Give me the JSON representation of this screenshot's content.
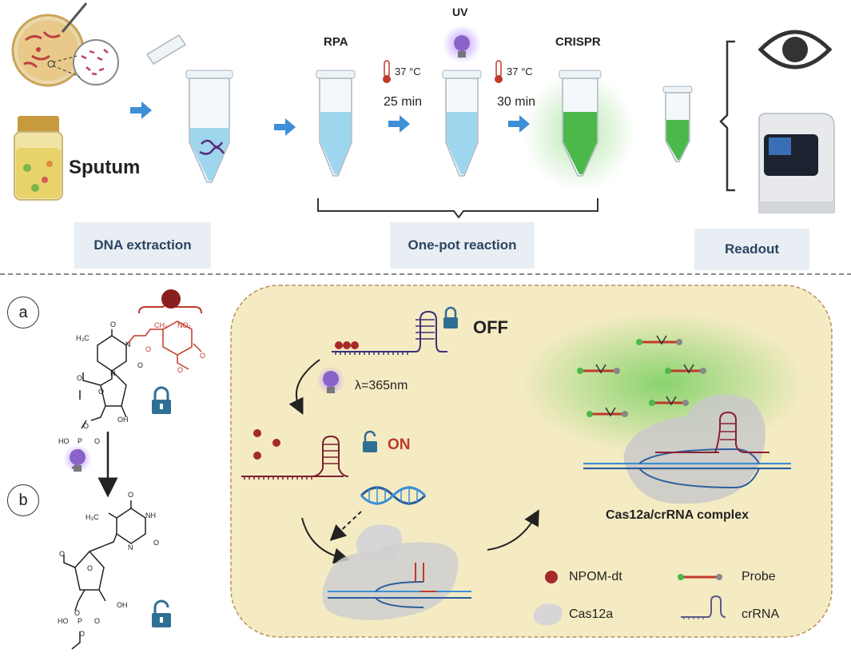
{
  "top": {
    "sample_label": "Sputum",
    "steps": {
      "rpa": "RPA",
      "uv": "UV",
      "crispr": "CRISPR"
    },
    "incubation_1": {
      "temp": "37 °C",
      "time": "25 min"
    },
    "incubation_2": {
      "temp": "37 °C",
      "time": "30 min"
    },
    "sections": {
      "extraction": "DNA extraction",
      "one_pot": "One-pot reaction",
      "readout": "Readout"
    }
  },
  "left": {
    "label_a": "a",
    "label_b": "b",
    "chem_a": {
      "h3c": "H₃C",
      "ch3": "CH₃",
      "no2": "NO₂",
      "o_carbonyl": "O",
      "n1": "N",
      "n2": "N",
      "o_ring": "O",
      "o_ether": "O",
      "o_link": "O",
      "o_bottom": "O",
      "oh": "OH",
      "ho": "HO",
      "p": "P",
      "po": "O",
      "o_sub": "O",
      "o_meth1": "O",
      "o_meth2": "O"
    },
    "chem_b": {
      "h3c": "H₃C",
      "o_top": "O",
      "nh": "NH",
      "n": "N",
      "o_co": "O",
      "o_ring": "O",
      "o_link": "O",
      "o_bottom": "O",
      "oh": "OH",
      "ho": "HO",
      "p": "P",
      "po": "O",
      "o_sub": "O"
    }
  },
  "panel": {
    "off_label": "OFF",
    "on_label": "ON",
    "wavelength": "λ=365nm",
    "complex_label": "Cas12a/crRNA complex",
    "legend": [
      {
        "label": "NPOM-dt"
      },
      {
        "label": "Probe"
      },
      {
        "label": "Cas12a"
      },
      {
        "label": "crRNA"
      }
    ]
  },
  "colors": {
    "arrow_blue": "#3d8fd6",
    "tube_blue": "#9ed6ee",
    "tube_green": "#4bb84a",
    "panel_bg": "#f5ebc3",
    "npom_red": "#a52a2a",
    "chem_red": "#c0392b",
    "on_red": "#c0392b",
    "lock_blue": "#2f6f94",
    "chip_bg": "#e8eef4",
    "uv_purple": "#8a63c9"
  }
}
